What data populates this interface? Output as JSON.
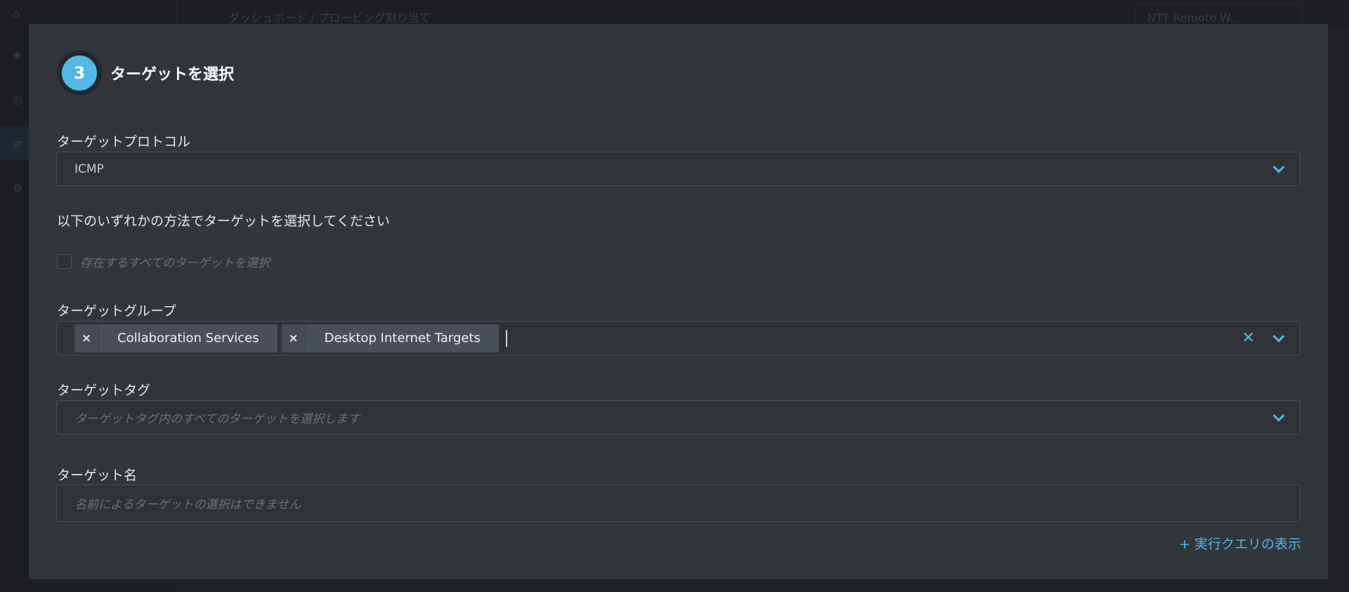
{
  "background": {
    "breadcrumb": "ダッシュボード / プロービング割り当て",
    "account_select": "NTT Remote W..."
  },
  "step": {
    "number": "3",
    "title": "ターゲットを選択"
  },
  "protocol": {
    "label": "ターゲットプロトコル",
    "value": "ICMP"
  },
  "instruction": "以下のいずれかの方法でターゲットを選択してください",
  "select_all": {
    "label": "存在するすべてのターゲットを選択",
    "checked": false
  },
  "target_groups": {
    "label": "ターゲットグループ",
    "chips": [
      "Collaboration Services",
      "Desktop Internet Targets"
    ]
  },
  "target_tags": {
    "label": "ターゲットタグ",
    "placeholder": "ターゲットタグ内のすべてのターゲットを選択します"
  },
  "target_name": {
    "label": "ターゲット名",
    "placeholder": "名前によるターゲットの選択はできません"
  },
  "show_query_link": "+ 実行クエリの表示",
  "colors": {
    "accent": "#4fb9e8",
    "modal_bg": "#31363b",
    "chip_bg": "#4a5058"
  }
}
